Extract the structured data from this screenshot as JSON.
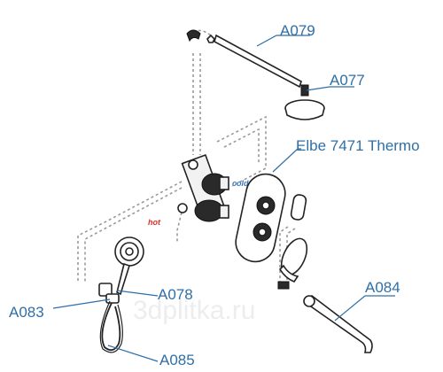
{
  "labels": {
    "a079": "A079",
    "a077": "A077",
    "elbe": "Elbe 7471 Thermo",
    "a078": "A078",
    "a083": "A083",
    "a084": "A084",
    "a085": "A085"
  },
  "temps": {
    "cold": "cold",
    "hot": "hot"
  },
  "watermark": "3dplitka.ru",
  "colors": {
    "label": "#2f6fa6",
    "cold": "#3b78c2",
    "hot": "#d9302b"
  }
}
